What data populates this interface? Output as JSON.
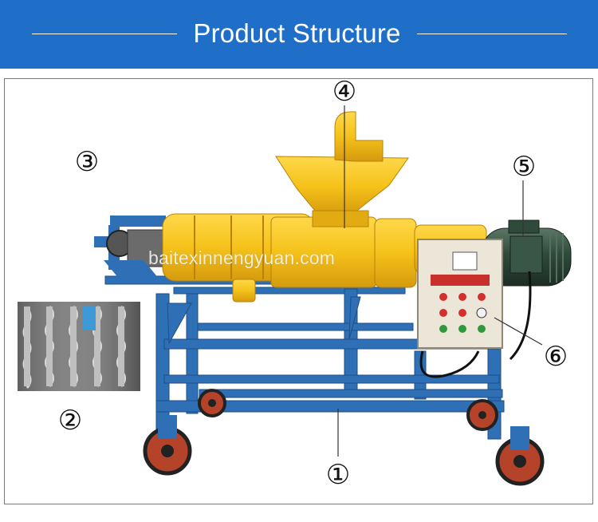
{
  "header": {
    "title": "Product Structure"
  },
  "watermark": "baitexinnengyuan.com",
  "callouts": {
    "c1": "①",
    "c2": "②",
    "c3": "③",
    "c4": "④",
    "c5": "⑤",
    "c6": "⑥"
  },
  "colors": {
    "banner": "#1f6fc9",
    "body_yellow": "#f5c21a",
    "frame_blue": "#2e6fb5",
    "motor_green": "#2f4a3a",
    "panel": "#ebe6d8"
  }
}
